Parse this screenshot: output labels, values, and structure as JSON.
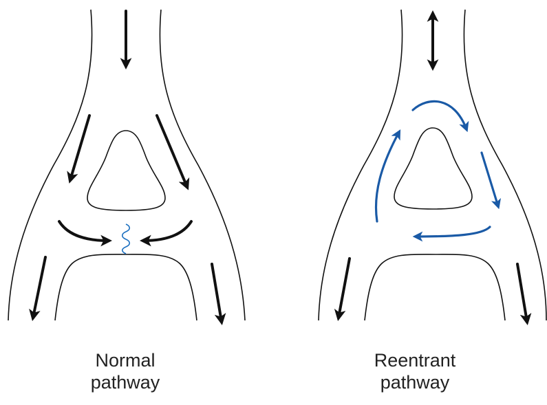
{
  "colors": {
    "outline": "#111111",
    "normal_arrow": "#111111",
    "reentrant_arrow": "#1a5aa6",
    "block_wave": "#1a6fc0"
  },
  "panels": [
    {
      "caption_line1": "Normal",
      "caption_line2": "pathway"
    },
    {
      "caption_line1": "Reentrant",
      "caption_line2": "pathway"
    }
  ]
}
